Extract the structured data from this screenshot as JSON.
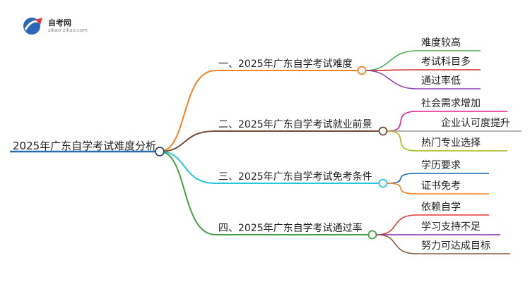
{
  "logo": {
    "title": "自考网",
    "subtitle": "zikao-zikao.com"
  },
  "mindmap": {
    "root": "2025年广东自学考试难度分析",
    "branches": [
      {
        "label": "一、2025年广东自学考试难度",
        "color": "#f58220",
        "leaves": [
          {
            "label": "难度较高",
            "color": "#4caf50"
          },
          {
            "label": "考试科目多",
            "color": "#d32f2f"
          },
          {
            "label": "通过率低",
            "color": "#8e44ad"
          }
        ]
      },
      {
        "label": "二、2025年广东自学考试就业前景",
        "color": "#7b4a3a",
        "leaves": [
          {
            "label": "社会需求增加",
            "color": "#e91e8c"
          },
          {
            "label": "企业认可度提升",
            "color": "#9e9e9e"
          },
          {
            "label": "热门专业选择",
            "color": "#a4b81c"
          }
        ]
      },
      {
        "label": "三、2025年广东自学考试免考条件",
        "color": "#26c6da",
        "leaves": [
          {
            "label": "学历要求",
            "color": "#1565c0"
          },
          {
            "label": "证书免考",
            "color": "#f58220"
          }
        ]
      },
      {
        "label": "四、2025年广东自学考试通过率",
        "color": "#43a047",
        "leaves": [
          {
            "label": "依赖自学",
            "color": "#e53935"
          },
          {
            "label": "学习支持不足",
            "color": "#8e24aa"
          },
          {
            "label": "努力可达成目标",
            "color": "#8d5a4a"
          }
        ]
      }
    ],
    "root_color": "#1f6fb2"
  }
}
